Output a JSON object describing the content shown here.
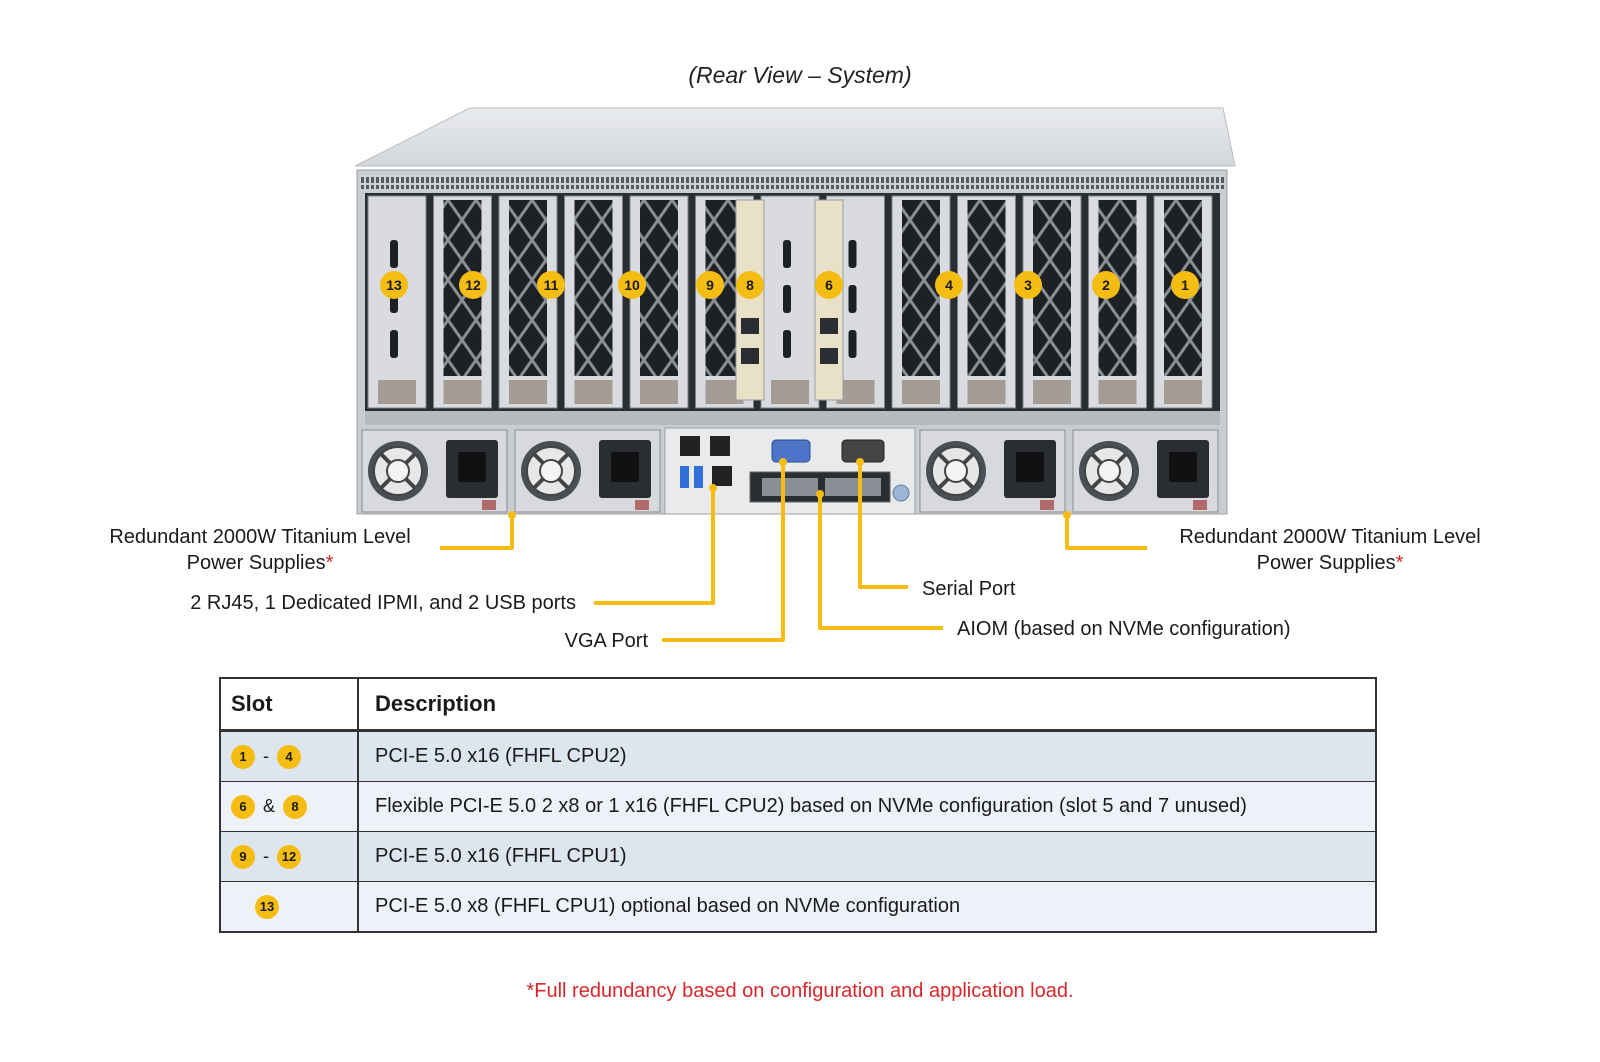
{
  "title": "(Rear View – System)",
  "slot_badges": [
    "13",
    "12",
    "11",
    "10",
    "9",
    "8",
    "6",
    "4",
    "3",
    "2",
    "1"
  ],
  "callouts": {
    "psu_left_line1": "Redundant 2000W Titanium Level",
    "psu_left_line2": "Power Supplies",
    "psu_right_line1": "Redundant 2000W Titanium Level",
    "psu_right_line2": "Power Supplies",
    "asterisk": "*",
    "io_ports": "2 RJ45, 1 Dedicated IPMI, and 2 USB ports",
    "vga": "VGA Port",
    "serial": "Serial Port",
    "aiom": "AIOM (based on NVMe configuration)"
  },
  "colors": {
    "badge": "#f5bd12",
    "leader_line": "#f5bd12",
    "footnote": "#d9262b",
    "table_row_a": "#dde5ef",
    "table_row_b": "#eef2f8"
  },
  "table": {
    "headers": [
      "Slot",
      "Description"
    ],
    "rows": [
      {
        "from": "1",
        "sep": "-",
        "to": "4",
        "description": "PCI-E 5.0 x16 (FHFL CPU2)"
      },
      {
        "from": "6",
        "sep": "&",
        "to": "8",
        "description": "Flexible PCI-E 5.0  2 x8 or 1 x16 (FHFL CPU2) based on NVMe configuration (slot 5 and 7 unused)"
      },
      {
        "from": "9",
        "sep": "-",
        "to": "12",
        "description": "PCI-E 5.0 x16 (FHFL CPU1)"
      },
      {
        "from": "13",
        "sep": "",
        "to": "",
        "description": "PCI-E 5.0 x8 (FHFL CPU1) optional based on NVMe configuration"
      }
    ]
  },
  "footnote": "*Full redundancy based on configuration and application load."
}
